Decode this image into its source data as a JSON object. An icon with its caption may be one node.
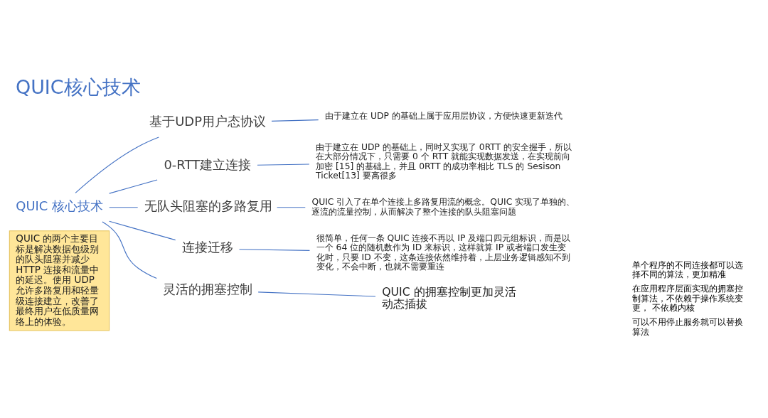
{
  "diagram": {
    "title": "QUIC核心技术",
    "nodes": [
      {
        "text": [
          "QUIC 核心技术"
        ]
      },
      {
        "text": [
          "基于UDP用户态协议"
        ]
      },
      {
        "text": [
          "0-RTT建立连接"
        ]
      },
      {
        "text": [
          "无队头阻塞的多路复用"
        ]
      },
      {
        "text": [
          "连接迁移"
        ]
      },
      {
        "text": [
          "灵活的拥塞控制"
        ]
      },
      {
        "text": [
          "由于建立在 UDP 的基础上属于应用层协议，方便快速更新迭代"
        ]
      },
      {
        "text": [
          "由于建立在 UDP 的基础上，同时又实现了 0RTT 的安全握手，所以在大部分情况下，只需要 0 个 RTT 就能实现数据发送，在实现前向加密 [15] 的基础上，并且 0RTT 的成功率相比 TLS 的 Sesison Ticket[13] 要高很多"
        ]
      },
      {
        "text": [
          "QUIC 引入了在单个连接上多路复用流的概念。QUIC 实现了单独的、逐流的流量控制，从而解决了整个连接的队头阻塞问题"
        ]
      },
      {
        "text": [
          "很简单，任何一条 QUIC 连接不再以 IP 及端口四元组标识，而是以一个 64 位的随机数作为 ID 来标识，这样就算 IP 或者端口发生变化时，只要 ID 不变，这条连接依然维持着，上层业务逻辑感知不到变化，不会中断，也就不需要重连"
        ]
      },
      {
        "text": [
          "QUIC 的拥塞控制更加灵活",
          "动态插拔"
        ]
      },
      {
        "text": [
          "QUIC 的两个主要目标是解决数据包级别的队头阻塞并减少 HTTP 连接和流量中的延迟。使用 UDP 允许多路复用和轻量级连接建立，改善了最终用户在低质量网络上的体验。"
        ]
      }
    ],
    "edges": [
      {
        "from": 0,
        "to": 1,
        "arrow": "none"
      },
      {
        "from": 0,
        "to": 2,
        "arrow": "none"
      },
      {
        "from": 0,
        "to": 3,
        "arrow": "none"
      },
      {
        "from": 0,
        "to": 4,
        "arrow": "none"
      },
      {
        "from": 0,
        "to": 5,
        "arrow": "none"
      },
      {
        "from": 1,
        "to": 6,
        "arrow": "none"
      },
      {
        "from": 2,
        "to": 7,
        "arrow": "none"
      },
      {
        "from": 3,
        "to": 8,
        "arrow": "none"
      },
      {
        "from": 4,
        "to": 9,
        "arrow": "none"
      },
      {
        "from": 5,
        "to": 10,
        "arrow": "none"
      }
    ],
    "labels": [
      "单个程序的不同连接都可以选择不同的算法，更加精准",
      "在应用程序层面实现的拥塞控制算法，不依赖于操作系统变更， 不依赖内核",
      "可以不用停止服务就可以替换算法"
    ]
  }
}
